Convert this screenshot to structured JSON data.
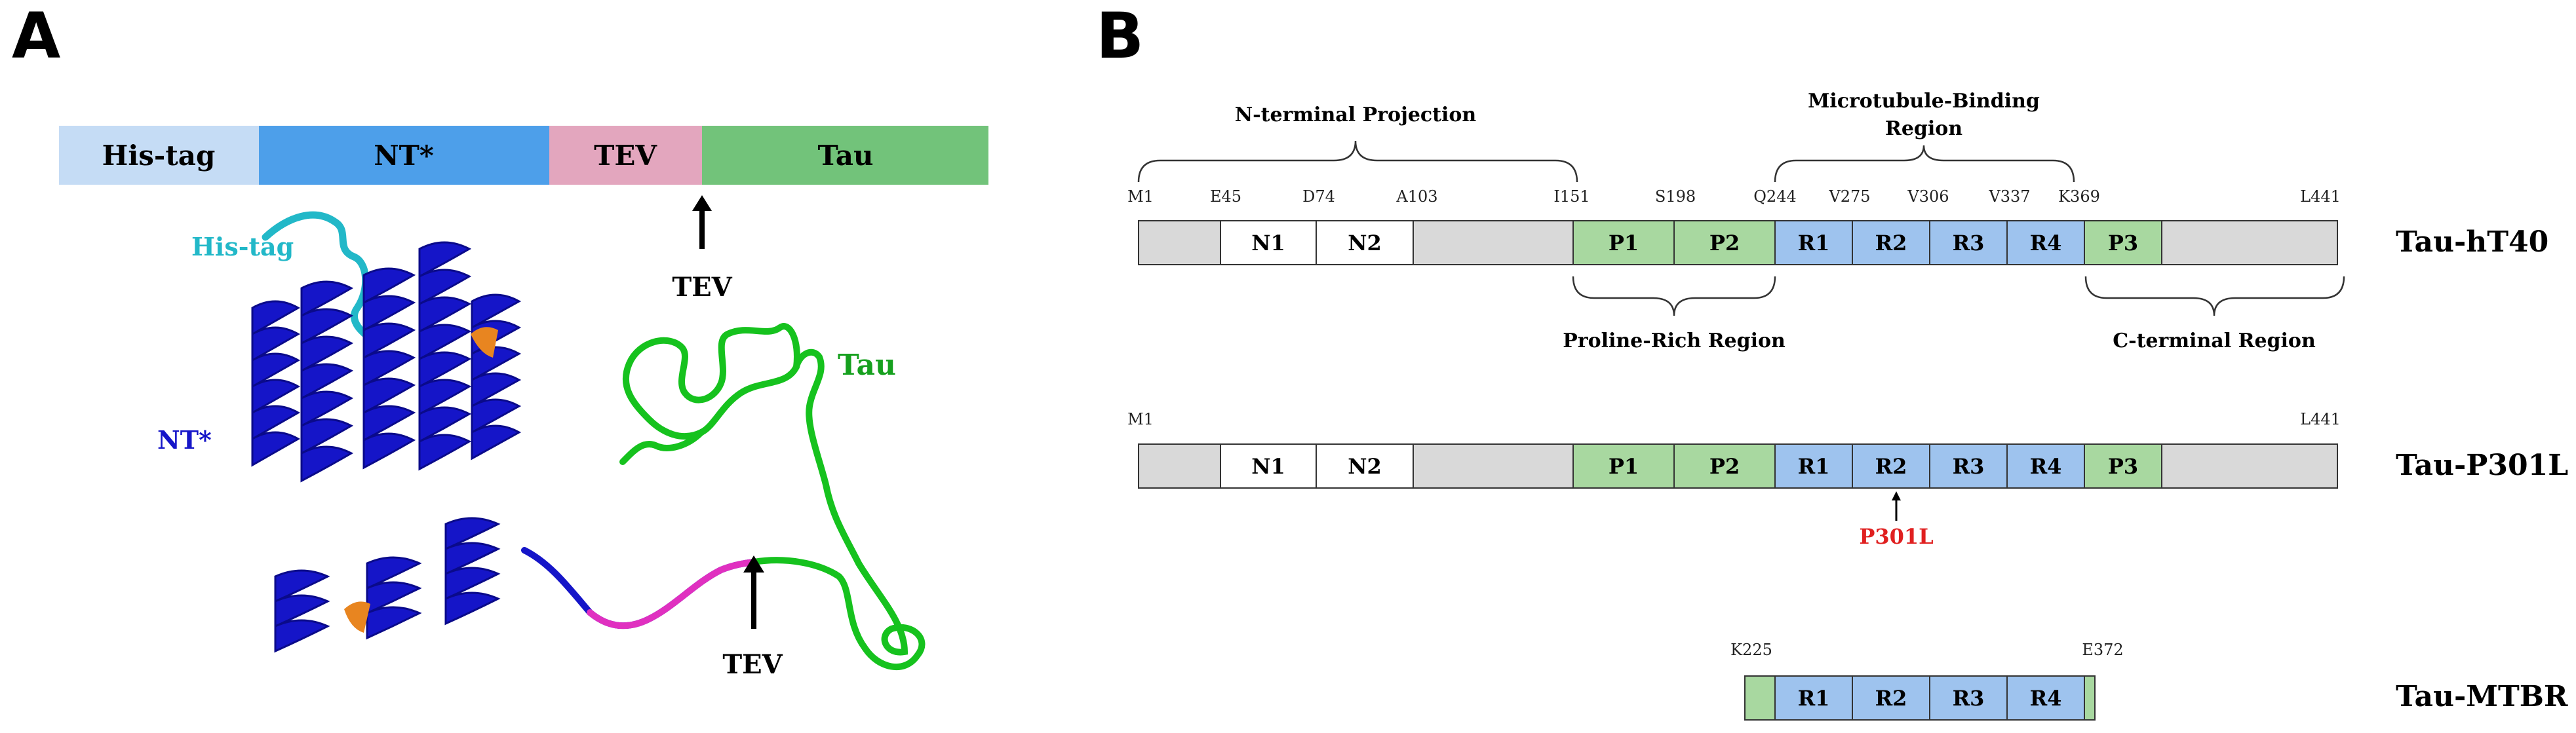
{
  "panel_a": {
    "letter": "A",
    "construct": {
      "segments": [
        {
          "label": "His-tag",
          "color": "#c5dcf5"
        },
        {
          "label": "NT*",
          "color": "#4d9fea"
        },
        {
          "label": "TEV",
          "color": "#e3a6be"
        },
        {
          "label": "Tau",
          "color": "#72c37a"
        }
      ],
      "arrow_label": "TEV"
    },
    "structure": {
      "his_tag_label": "His-tag",
      "nt_label": "NT*",
      "tau_label": "Tau",
      "tev_label": "TEV",
      "colors": {
        "his_tag": "#22b8c8",
        "nt": "#1515c8",
        "nt_highlight": "#e88520",
        "linker": "#e030c0",
        "tau": "#16c21e"
      }
    }
  },
  "panel_b": {
    "letter": "B",
    "colors": {
      "grey": "#d9d9d9",
      "white": "#ffffff",
      "proline": "#a8d8a0",
      "repeat": "#9ec3ee",
      "mutation": "#e02020"
    },
    "region_labels": {
      "n_terminal": "N-terminal Projection",
      "microtubule_line1": "Microtubule-Binding",
      "microtubule_line2": "Region",
      "proline_rich": "Proline-Rich Region",
      "c_terminal": "C-terminal Region"
    },
    "hT40": {
      "name": "Tau-hT40",
      "residues": [
        "M1",
        "E45",
        "D74",
        "A103",
        "I151",
        "S198",
        "Q244",
        "V275",
        "V306",
        "V337",
        "K369",
        "L441"
      ],
      "boxes": [
        "N1",
        "N2",
        "P1",
        "P2",
        "R1",
        "R2",
        "R3",
        "R4",
        "P3"
      ]
    },
    "P301L": {
      "name": "Tau-P301L",
      "residues": [
        "M1",
        "L441"
      ],
      "boxes": [
        "N1",
        "N2",
        "P1",
        "P2",
        "R1",
        "R2",
        "R3",
        "R4",
        "P3"
      ],
      "mutation": "P301L"
    },
    "MTBR": {
      "name": "Tau-MTBR",
      "residues": [
        "K225",
        "E372"
      ],
      "boxes": [
        "R1",
        "R2",
        "R3",
        "R4"
      ]
    }
  }
}
